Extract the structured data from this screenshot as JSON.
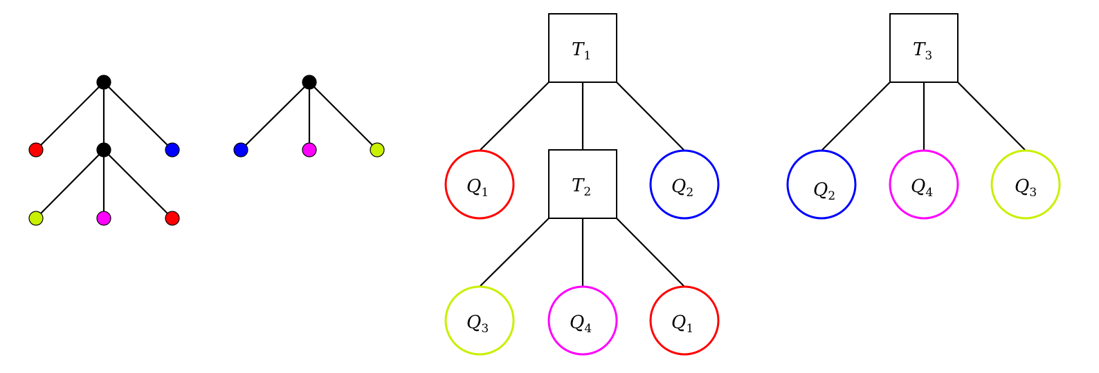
{
  "colors": {
    "red": "#ff0000",
    "blue": "#0000ff",
    "magenta": "#ff00ff",
    "lime": "#c8f000",
    "black": "#000000"
  },
  "small_trees": [
    {
      "root": "black",
      "children": [
        {
          "color": "red"
        },
        {
          "color": "black",
          "children": [
            {
              "color": "lime"
            },
            {
              "color": "magenta"
            },
            {
              "color": "red"
            }
          ]
        },
        {
          "color": "blue"
        }
      ]
    },
    {
      "root": "black",
      "children": [
        {
          "color": "blue"
        },
        {
          "color": "magenta"
        },
        {
          "color": "lime"
        }
      ]
    }
  ],
  "tree_nodes": [
    {
      "id": "T1",
      "kind": "box",
      "letter": "T",
      "index": "1"
    },
    {
      "id": "T2",
      "kind": "box",
      "letter": "T",
      "index": "2"
    },
    {
      "id": "T3",
      "kind": "box",
      "letter": "T",
      "index": "3"
    },
    {
      "id": "Q1a",
      "kind": "circle",
      "letter": "Q",
      "index": "1",
      "color": "red"
    },
    {
      "id": "Q2a",
      "kind": "circle",
      "letter": "Q",
      "index": "2",
      "color": "blue"
    },
    {
      "id": "Q3a",
      "kind": "circle",
      "letter": "Q",
      "index": "3",
      "color": "lime"
    },
    {
      "id": "Q4a",
      "kind": "circle",
      "letter": "Q",
      "index": "4",
      "color": "magenta"
    },
    {
      "id": "Q1b",
      "kind": "circle",
      "letter": "Q",
      "index": "1",
      "color": "red"
    },
    {
      "id": "Q2b",
      "kind": "circle",
      "letter": "Q",
      "index": "2",
      "color": "blue"
    },
    {
      "id": "Q4b",
      "kind": "circle",
      "letter": "Q",
      "index": "4",
      "color": "magenta"
    },
    {
      "id": "Q3b",
      "kind": "circle",
      "letter": "Q",
      "index": "3",
      "color": "lime"
    }
  ],
  "tree_edges": [
    [
      "T1",
      "Q1a"
    ],
    [
      "T1",
      "T2"
    ],
    [
      "T1",
      "Q2a"
    ],
    [
      "T2",
      "Q3a"
    ],
    [
      "T2",
      "Q4a"
    ],
    [
      "T2",
      "Q1b"
    ],
    [
      "T3",
      "Q2b"
    ],
    [
      "T3",
      "Q4b"
    ],
    [
      "T3",
      "Q3b"
    ]
  ]
}
